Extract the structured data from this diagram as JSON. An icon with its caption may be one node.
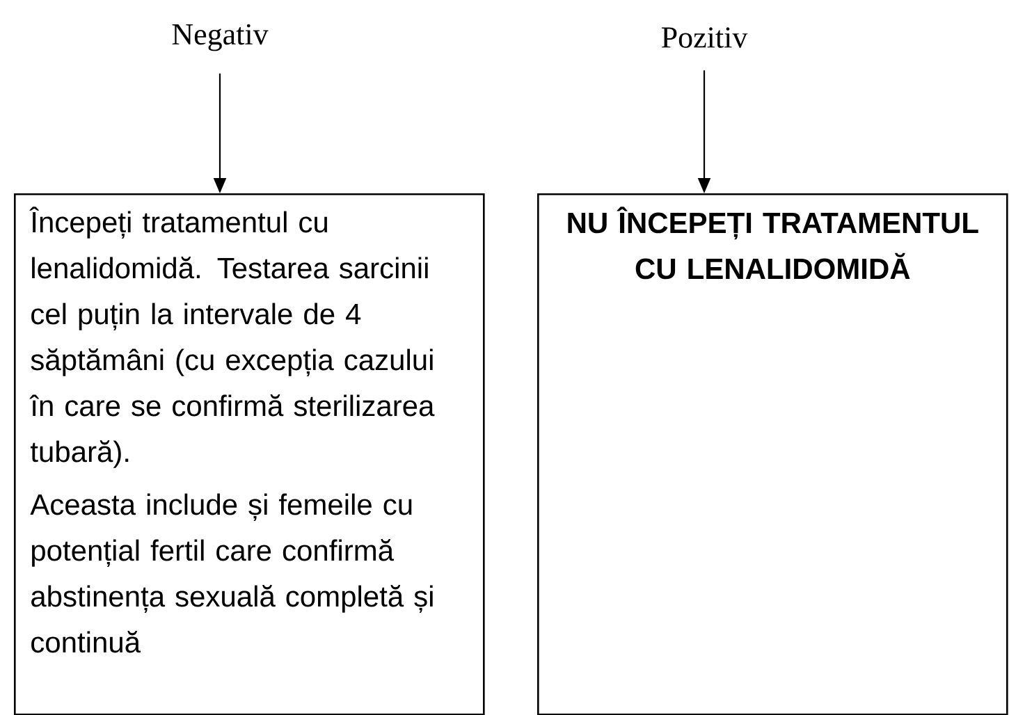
{
  "diagram": {
    "nodes": [
      {
        "text": [
          "Negativ"
        ]
      },
      {
        "text": [
          "Pozitiv"
        ]
      },
      {
        "text": [
          "Începeți tratamentul cu lenalidomidă. Testarea sarcinii cel puțin la intervale de 4 săptămâni (cu excepția cazului în care se confirmă sterilizarea tubară).",
          "Aceasta include și femeile cu potențial fertil care confirmă abstinența sexuală completă și continuă"
        ]
      },
      {
        "text": [
          "NU ÎNCEPEȚI TRATAMENTUL CU LENALIDOMIDĂ"
        ]
      }
    ],
    "edges": [
      {
        "from": 0,
        "to": 2,
        "arrow": "to"
      },
      {
        "from": 1,
        "to": 3,
        "arrow": "to"
      }
    ]
  }
}
